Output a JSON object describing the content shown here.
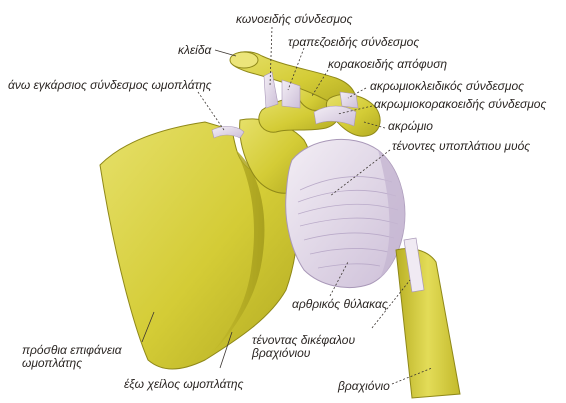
{
  "labels": {
    "conoid_ligament": "κωνοειδής σύνδεσμος",
    "clavicle": "κλείδα",
    "trapezoid_ligament": "τραπεζοειδής σύνδεσμος",
    "superior_transverse_scapular_ligament": "άνω εγκάρσιος σύνδεσμος ωμοπλάτης",
    "coracoid_process": "κορακοειδής απόφυση",
    "acromioclavicular_ligament": "ακρωμιοκλειδικός σύνδεσμος",
    "coracoacromial_ligament": "ακρωμιοκορακοειδής σύνδεσμος",
    "acromion": "ακρώμιο",
    "subscapularis_tendons": "τένοντες υποπλάτιου μυός",
    "joint_capsule": "αρθρικός θύλακας",
    "anterior_surface_line1": "πρόσθια επιφάνεια",
    "anterior_surface_line2": "ωμοπλάτης",
    "biceps_tendon_line1": "τένοντας δικέφαλου",
    "biceps_tendon_line2": "βραχιόνιου",
    "lateral_border": "έξω χείλος ωμοπλάτης",
    "humerus": "βραχιόνιο"
  },
  "colors": {
    "bone": "#d6cf3a",
    "bone_light": "#ecea8a",
    "bone_shadow": "#a8a020",
    "ligament": "#e8dcea",
    "ligament_shadow": "#b8a8c8",
    "leader_line": "#3a3430",
    "text": "#2a2522"
  }
}
